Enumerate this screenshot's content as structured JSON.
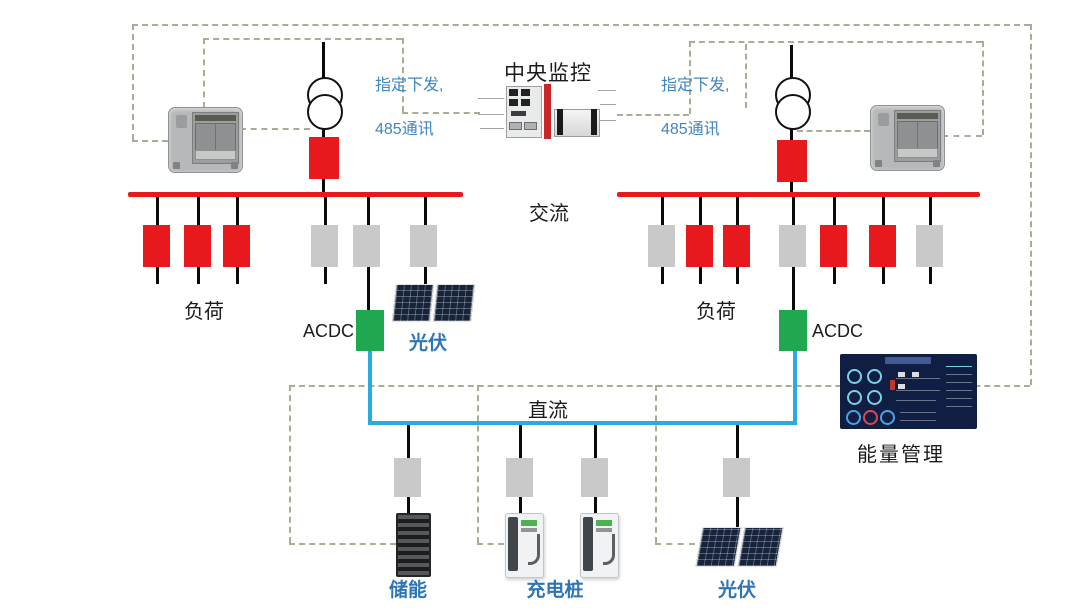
{
  "colors": {
    "red": "#e8191c",
    "gray": "#c9c9c9",
    "green": "#1fa84f",
    "dc_blue": "#29abe2",
    "label_blue": "#2e75b6",
    "note_blue": "#3f86c2",
    "dash": "#a6ae95"
  },
  "title": {
    "central_monitoring": "中央监控"
  },
  "notes": {
    "left": {
      "line1": "指定下发,",
      "line2": "485通讯"
    },
    "right": {
      "line1": "指定下发,",
      "line2": "485通讯"
    }
  },
  "buses": {
    "ac_label": "交流",
    "dc_label": "直流"
  },
  "sections": {
    "ac_left": {
      "load_label": "负荷",
      "acdc_label": "ACDC",
      "pv_label": "光伏",
      "incomer": "red",
      "feeders": [
        "red",
        "red",
        "red",
        "gray",
        "gray",
        "gray"
      ]
    },
    "ac_right": {
      "load_label": "负荷",
      "acdc_label": "ACDC",
      "incomer": "red",
      "feeders": [
        "gray",
        "red",
        "red",
        "gray",
        "red",
        "red",
        "gray"
      ]
    },
    "dc": {
      "storage_label": "储能",
      "charger_label": "充电桩",
      "pv_label": "光伏",
      "converters": [
        "gray",
        "gray",
        "gray",
        "gray"
      ]
    },
    "energy_mgmt": {
      "label": "能量管理"
    }
  }
}
